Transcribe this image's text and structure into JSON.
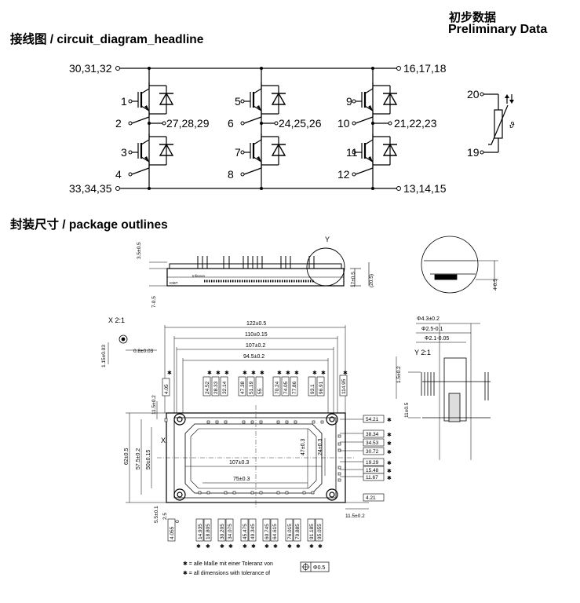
{
  "header": {
    "title_cn": "初步数据",
    "title_en": "Preliminary Data"
  },
  "sections": {
    "circuit": "接线图 / circuit_diagram_headline",
    "package": "封装尺寸 / package outlines"
  },
  "circuit": {
    "left_top": "30,31,32",
    "left_bottom": "33,34,35",
    "right_top": "16,17,18",
    "right_bottom": "13,14,15",
    "legs": [
      {
        "g_high": "1",
        "e_high": "2",
        "out": "27,28,29",
        "g_low": "3",
        "e_low": "4"
      },
      {
        "g_high": "5",
        "e_high": "6",
        "out": "24,25,26",
        "g_low": "7",
        "e_low": "8"
      },
      {
        "g_high": "9",
        "e_high": "10",
        "out": "21,22,23",
        "g_low": "11",
        "e_low": "12"
      }
    ],
    "ntc": {
      "top_pin": "20",
      "bottom_pin": "19",
      "symbol": "ϑ"
    }
  },
  "package": {
    "side_view": {
      "dims": [
        "3.5±0.5",
        "7-0.5",
        "17±0.5",
        "(20.5)",
        "4-0.5"
      ],
      "label_y": "Y",
      "chip_text": [
        "Infineon",
        "IGBT"
      ]
    },
    "detail_x": {
      "label": "X 2:1",
      "dims": [
        "0.8±0.03",
        "1.15±0.03"
      ]
    },
    "detail_y": {
      "label": "Y 2:1",
      "dims": [
        "Φ4.3±0.2",
        "Φ2.5-0.1",
        "Φ2.1-0.05",
        "1.5±0.2",
        "11±0.5"
      ]
    },
    "top_view": {
      "overall_dims": [
        "122±0.5",
        "110±0.15",
        "107±0.2",
        "94.5±0.2"
      ],
      "top_pin_dims": [
        "4.05",
        "24.52",
        "28.33",
        "32.14",
        "47.38",
        "51.19",
        "55",
        "70.24",
        "74.05",
        "77.86",
        "93.1",
        "96.91",
        "114.95"
      ],
      "right_pin_dims": [
        "54.21",
        "38.34",
        "34.53",
        "30.72",
        "19.29",
        "15.48",
        "11.67",
        "4.21"
      ],
      "bottom_pin_dims": [
        "4.055",
        "14.935",
        "18.805",
        "30.205",
        "34.075",
        "45.475",
        "49.345",
        "60.745",
        "64.615",
        "76.015",
        "79.885",
        "91.185",
        "95.055"
      ],
      "inner_dims": [
        "107±0.3",
        "75±0.3",
        "47±0.3",
        "24±0.3"
      ],
      "left_dims": [
        "62±0.5",
        "57.5±0.2",
        "50±0.15",
        "11.5±0.2",
        "5.5±0.1",
        "2.5",
        "0"
      ],
      "bottom_right_dim": "11.5±0.2",
      "label_x": "X",
      "star": "✱"
    },
    "note_de": "✱ = alle Maße mit einer Toleranz von",
    "note_en": "✱ = all dimensions with tolerance of",
    "tolerance": "Φ0.5"
  }
}
